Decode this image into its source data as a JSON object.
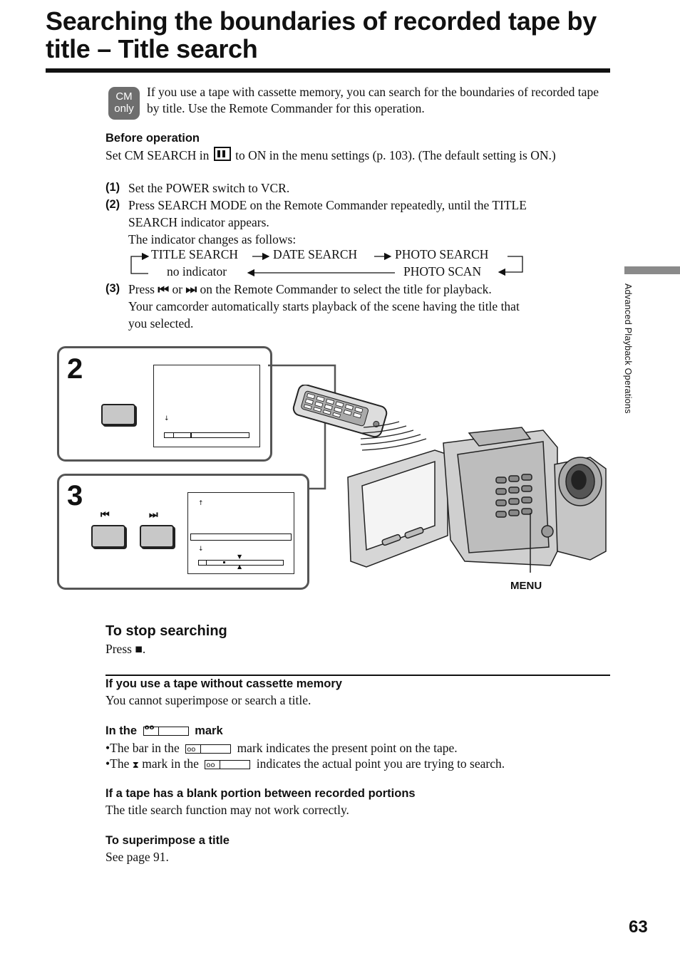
{
  "title": "Searching the boundaries of recorded tape by title – Title search",
  "cm_badge": {
    "line1": "CM",
    "line2": "only"
  },
  "intro": "If you use a tape with cassette memory, you can search for the boundaries of recorded tape by title. Use the Remote Commander for this operation.",
  "before_operation": {
    "heading": "Before operation",
    "text_before_icon": "Set CM SEARCH in",
    "icon": "cassette-memory-menu-icon",
    "text_after_icon": "to ON in the menu settings (p. 103). (The default setting is ON.)"
  },
  "steps": [
    {
      "num": "(1)",
      "lines": [
        "Set the POWER switch to VCR."
      ]
    },
    {
      "num": "(2)",
      "lines": [
        "Press SEARCH MODE on the Remote Commander repeatedly, until the TITLE",
        "SEARCH indicator appears.",
        "The indicator changes as follows:"
      ]
    },
    {
      "num": "(3)",
      "line1_before": "Press",
      "prev_icon": "⏮",
      "or": "or",
      "next_icon": "⏭",
      "line1_after": "on the Remote Commander to select the title for playback.",
      "lines": [
        "Your camcorder automatically starts playback of the scene having the title that",
        "you selected."
      ]
    }
  ],
  "cycle": {
    "items": [
      "TITLE SEARCH",
      "DATE SEARCH",
      "PHOTO SEARCH",
      "PHOTO SCAN",
      "no indicator"
    ]
  },
  "figure": {
    "panel2_number": "2",
    "panel3_number": "3",
    "prev_label": "⏮",
    "next_label": "⏭",
    "menu_label": "MENU"
  },
  "stop": {
    "heading": "To stop searching",
    "text": "Press ■."
  },
  "notes": [
    {
      "heading": "If you use a tape without cassette memory",
      "text": "You cannot superimpose or search a title."
    },
    {
      "heading_before": "In the",
      "heading_after": "mark",
      "bullets": [
        {
          "before": "The bar in the",
          "after": "mark indicates the present point on the tape."
        },
        {
          "before": "The",
          "icon": "⧗",
          "middle": "mark in the",
          "after": "indicates the actual point you are trying to search."
        }
      ]
    },
    {
      "heading": "If a tape has a blank portion between recorded portions",
      "text": "The title search function may not work correctly."
    },
    {
      "heading": "To superimpose a title",
      "text": "See page 91."
    }
  ],
  "side_label": "Advanced Playback Operations",
  "page_number": "63"
}
